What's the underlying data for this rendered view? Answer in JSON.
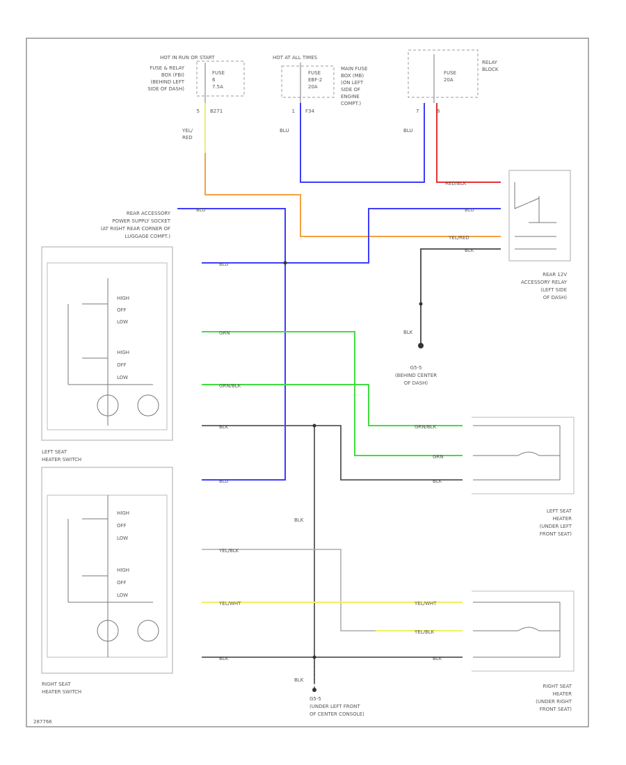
{
  "colors": {
    "orange": "#f5a040",
    "blue": "#3c3cff",
    "red": "#e83030",
    "yellow": "#f0f060",
    "green": "#40dd40",
    "black": "#444444",
    "gray": "#888888",
    "box": "#999999"
  },
  "fuses": {
    "f1": {
      "hot": "HOT IN RUN OR START",
      "fuse_lines": [
        "FUSE",
        "6",
        "7.5A"
      ],
      "desc_lines": [
        "FUSE & RELAY",
        "BOX (FBI)",
        "(BEHIND LEFT",
        "SIDE OF DASH)"
      ],
      "pin": "5",
      "term": "B271"
    },
    "f2": {
      "hot": "HOT AT ALL TIMES",
      "fuse_lines": [
        "FUSE",
        "EBF-2",
        "20A"
      ],
      "desc_lines": [
        "MAIN FUSE",
        "BOX (MB)",
        "(ON LEFT",
        "SIDE OF",
        "ENGINE",
        "COMPT.)"
      ],
      "pin": "1",
      "term": "F34"
    },
    "f3": {
      "fuse_lines": [
        "FUSE",
        "20A"
      ],
      "desc_lines": [
        "RELAY",
        "BLOCK"
      ],
      "pin_left": "7",
      "pin_right": "6"
    }
  },
  "wires": {
    "yel_red_l1": "YEL/",
    "yel_red_l2": "RED",
    "blu1": "BLU",
    "blu2": "BLU",
    "red_blk": "RED/BLK",
    "rear_blu_top": "BLU",
    "relay_blu": "BLU",
    "relay_yelred": "YEL/RED",
    "relay_blk": "BLK",
    "ground_blk": "BLK",
    "s1_blu": "BLU",
    "s1_grn": "GRN",
    "s1_grnblk": "GRN/BLK",
    "s1_blk": "BLK",
    "s2_blu": "BLU",
    "s2_yelblk": "YEL/BLK",
    "s2_yelwht": "YEL/WHT",
    "s2_blk": "BLK",
    "h1_grnblk": "GRN/BLK",
    "h1_grn": "GRN",
    "h1_blk": "BLK",
    "h2_yelwht": "YEL/WHT",
    "h2_yelblk": "YEL/BLK",
    "h2_blk": "BLK",
    "g2_blk": "BLK",
    "mid_blk": "BLK"
  },
  "labels": {
    "rear_socket": [
      "REAR ACCESSORY",
      "POWER SUPPLY SOCKET",
      "(AT RIGHT REAR CORNER OF",
      "LUGGAGE COMPT.)"
    ],
    "relay": [
      "REAR 12V",
      "ACCESSORY RELAY",
      "(LEFT SIDE",
      "OF DASH)"
    ],
    "g1": [
      "G5-5",
      "(BEHIND CENTER",
      "OF DASH)"
    ],
    "left_switch": [
      "LEFT SEAT",
      "HEATER SWITCH"
    ],
    "right_switch": [
      "RIGHT SEAT",
      "HEATER SWITCH"
    ],
    "left_heater": [
      "LEFT SEAT",
      "HEATER",
      "(UNDER LEFT",
      "FRONT SEAT)"
    ],
    "right_heater": [
      "RIGHT SEAT",
      "HEATER",
      "(UNDER RIGHT",
      "FRONT SEAT)"
    ],
    "g2": [
      "G5-5",
      "(UNDER LEFT FRONT",
      "OF CENTER CONSOLE)"
    ],
    "sw_high": "HIGH",
    "sw_off": "OFF",
    "sw_low": "LOW",
    "fig_id": "287766"
  }
}
